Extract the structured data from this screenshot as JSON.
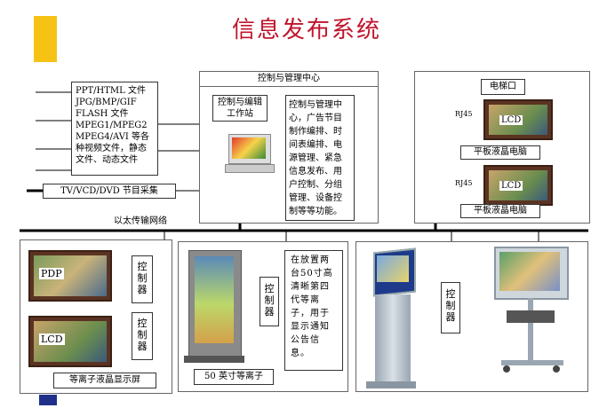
{
  "title": "信息发布系统",
  "network_label": "以太传输网络",
  "sources": [
    "PPT/HTML 文件",
    "JPG/BMP/GIF",
    "FLASH 文件",
    "MPEG1/MPEG2",
    "MPEG4/AVI 等各",
    "种视频文件，静态",
    "文件、动态文件"
  ],
  "capture_label": "TV/VCD/DVD 节目采集",
  "center": {
    "title": "控制与管理中心",
    "workstation_label": "控制与编辑工作站",
    "description_lines": [
      "控制与管理中",
      "心，广告节目",
      "制作编排、时",
      "间表编排、电",
      "源管理、紧急",
      "信息发布、用",
      "户控制、分组",
      "管理、设备控",
      "制等等功能。"
    ]
  },
  "elevator": {
    "title": "电梯口",
    "ports": [
      "RJ45",
      "RJ45"
    ],
    "screen_label": "LCD",
    "pc_label": "平板液晶电脑"
  },
  "plasma": {
    "screens": [
      "PDP",
      "LCD"
    ],
    "controller_label": "控制器",
    "caption": "等离子液晶显示屏"
  },
  "plasma50": {
    "controller_label": "控制器",
    "description": "在放置两台50寸高清晰第四代等离子，用于显示通知公告信息。",
    "caption": "50 英寸等离子"
  },
  "kiosk": {
    "controller_label": "控制器"
  }
}
